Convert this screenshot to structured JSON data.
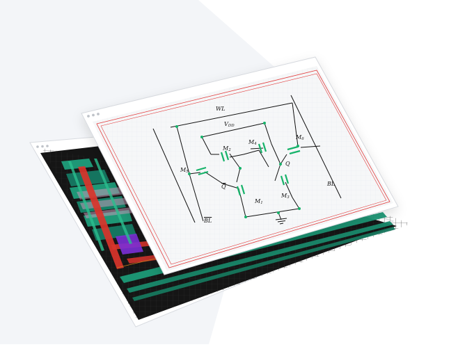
{
  "back_window": {
    "title": "",
    "dots": 3
  },
  "front_window": {
    "title": "",
    "dots": 3
  },
  "schematic": {
    "labels": {
      "wl": "WL",
      "vdd": "V",
      "vdd_sub": "DD",
      "m1": "M",
      "m1_sub": "1",
      "m2": "M",
      "m2_sub": "2",
      "m3": "M",
      "m3_sub": "3",
      "m4": "M",
      "m4_sub": "4",
      "m5": "M",
      "m5_sub": "5",
      "m6": "M",
      "m6_sub": "6",
      "q": "Q",
      "qbar": "Q",
      "bl": "BL",
      "blbar": "BL"
    }
  },
  "colors": {
    "layout_bg": "#1a1a1a",
    "metal_red": "#d9342b",
    "metal_green": "#2bbf8f",
    "metal_purple": "#7b2fd6",
    "schematic_border": "#e23b3b",
    "transistor_green": "#16b36a",
    "page_bg": "#f2f4f7"
  }
}
